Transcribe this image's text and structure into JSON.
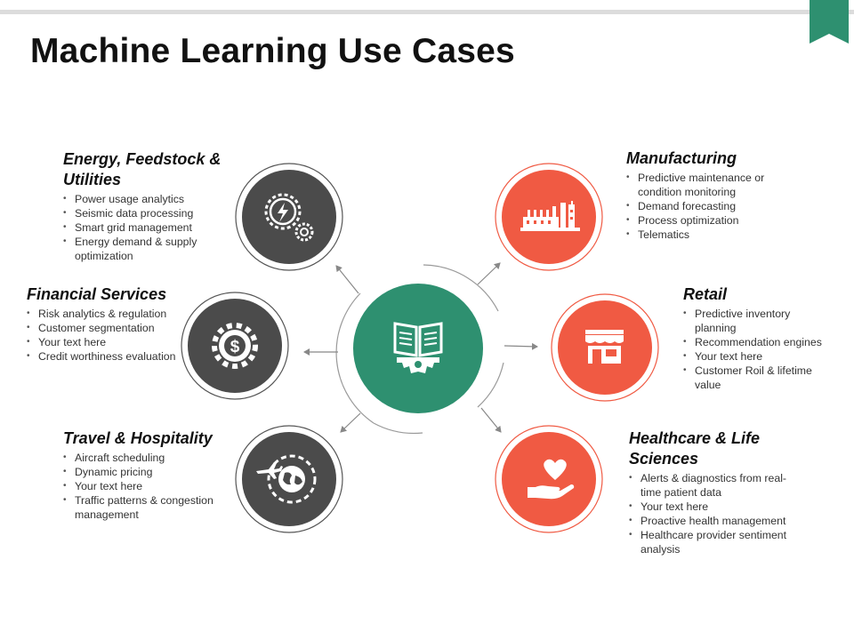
{
  "title": "Machine Learning Use Cases",
  "colors": {
    "accent_green": "#2e9070",
    "accent_orange": "#f05a43",
    "dark_circle": "#4b4b4b"
  },
  "center": {
    "icon": "book-gear-icon"
  },
  "sections": {
    "energy": {
      "heading": "Energy, Feedstock & Utilities",
      "icon": "gears-lightning-icon",
      "items": [
        "Power usage analytics",
        "Seismic data processing",
        "Smart grid management",
        "Energy demand & supply optimization"
      ]
    },
    "financial": {
      "heading": "Financial Services",
      "icon": "dollar-gear-icon",
      "items": [
        "Risk analytics & regulation",
        "Customer segmentation",
        "Your text here",
        "Credit worthiness evaluation"
      ]
    },
    "travel": {
      "heading": "Travel & Hospitality",
      "icon": "airplane-globe-icon",
      "items": [
        "Aircraft scheduling",
        "Dynamic pricing",
        "Your text here",
        "Traffic  patterns & congestion management"
      ]
    },
    "manufacturing": {
      "heading": "Manufacturing",
      "icon": "factory-icon",
      "items": [
        "Predictive maintenance or condition monitoring",
        "Demand forecasting",
        "Process optimization",
        "Telematics"
      ]
    },
    "retail": {
      "heading": "Retail",
      "icon": "storefront-icon",
      "items": [
        "Predictive inventory planning",
        "Recommendation engines",
        "Your text here",
        "Customer Roil & lifetime value"
      ]
    },
    "healthcare": {
      "heading": "Healthcare & Life Sciences",
      "icon": "hand-heart-icon",
      "items": [
        "Alerts & diagnostics from real-time patient data",
        "Your text here",
        "Proactive health management",
        "Healthcare provider sentiment analysis"
      ]
    }
  }
}
